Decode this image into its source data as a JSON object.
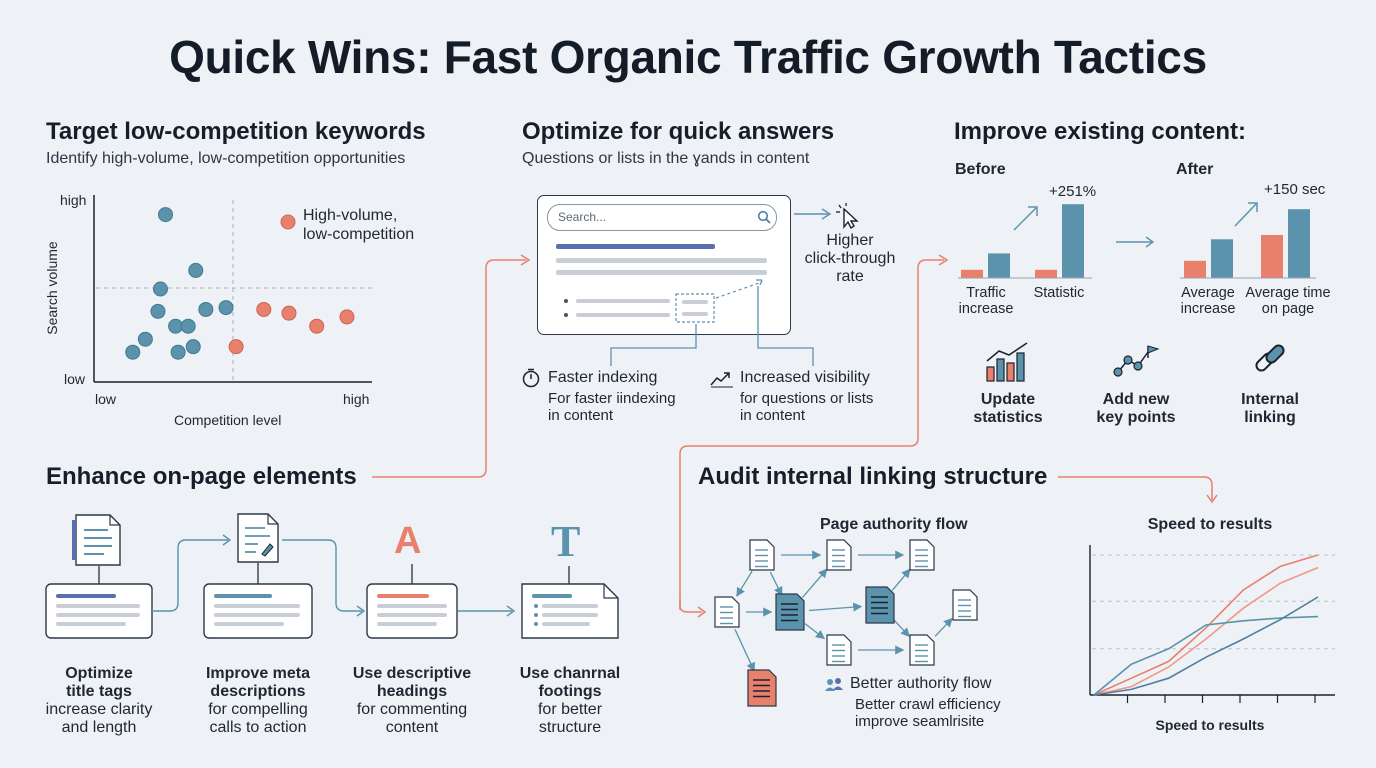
{
  "title": "Quick Wins: Fast Organic Traffic Growth Tactics",
  "colors": {
    "teal": "#5b93ac",
    "coral": "#e8806c",
    "navy": "#5a6fb0",
    "ink": "#1a2230",
    "grid": "#b8c2cc"
  },
  "keywords": {
    "heading": "Target low-competition keywords",
    "subtitle": "Identify high-volume, low-competition opportunities",
    "ylabel": "Search volume",
    "xlabel": "Competition level",
    "y_high": "high",
    "y_low": "low",
    "x_low": "low",
    "x_high": "high",
    "legend": [
      "High-volume,",
      "low-competition"
    ]
  },
  "chart_data": [
    {
      "type": "scatter",
      "title": "",
      "xlabel": "Competition level",
      "ylabel": "Search volume",
      "xlim": [
        0,
        10
      ],
      "ylim": [
        0,
        10
      ],
      "grid": false,
      "legend": "top-right",
      "series": [
        {
          "points": [
            [
              2.6,
              9.0
            ],
            [
              3.8,
              6.0
            ],
            [
              2.4,
              5.0
            ],
            [
              2.3,
              3.8
            ],
            [
              3.0,
              3.0
            ],
            [
              3.5,
              3.0
            ],
            [
              4.2,
              3.9
            ],
            [
              5.0,
              4.0
            ],
            [
              1.8,
              2.3
            ],
            [
              1.3,
              1.6
            ],
            [
              3.1,
              1.6
            ],
            [
              3.7,
              1.9
            ]
          ]
        },
        {
          "name": "High-volume, low-competition",
          "points": [
            [
              6.5,
              3.9
            ],
            [
              7.5,
              3.7
            ],
            [
              8.6,
              3.0
            ],
            [
              9.8,
              3.5
            ],
            [
              5.4,
              1.9
            ]
          ]
        }
      ]
    },
    {
      "type": "bar",
      "title": "",
      "categories": [
        "Traffic increase",
        "Statistic"
      ],
      "series": [
        {
          "name": "Before",
          "values": [
            1,
            1
          ]
        },
        {
          "name": "After",
          "values": [
            3,
            9
          ]
        }
      ],
      "annotations": [
        "+251%"
      ]
    },
    {
      "type": "bar",
      "title": "",
      "categories": [
        "Average increase",
        "Average time on page"
      ],
      "series": [
        {
          "name": "Before",
          "values": [
            2,
            5
          ]
        },
        {
          "name": "After",
          "values": [
            4.5,
            8
          ]
        }
      ],
      "annotations": [
        "+150 sec"
      ]
    },
    {
      "type": "line",
      "title": "Speed to results",
      "xlabel": "Speed to results",
      "x": [
        0,
        1,
        2,
        3,
        4,
        5,
        6
      ],
      "ylim": [
        0,
        10
      ],
      "grid": true,
      "series": [
        {
          "values": [
            0,
            1.2,
            2.4,
            4.8,
            7.5,
            9.2,
            10
          ]
        },
        {
          "values": [
            0,
            0.6,
            2.0,
            4.0,
            6.2,
            8.0,
            9.1
          ]
        },
        {
          "values": [
            0,
            2.2,
            3.3,
            5.0,
            5.3,
            5.5,
            5.6
          ]
        },
        {
          "values": [
            0,
            0.4,
            1.2,
            2.7,
            4.0,
            5.4,
            7.0
          ]
        }
      ]
    }
  ],
  "answers": {
    "heading": "Optimize for quick answers",
    "subtitle": "Questions or lists in the ɣands in content",
    "search_placeholder": "Search...",
    "ctr": [
      "Higher",
      "click-through",
      "rate"
    ],
    "faster_title": "Faster indexing",
    "faster_desc": [
      "For faster iindexing",
      "in content"
    ],
    "visibility_title": "Increased visibility",
    "visibility_desc": [
      "for questions or lists",
      "in content"
    ]
  },
  "improve": {
    "heading": "Improve existing content:",
    "before": "Before",
    "after": "After",
    "pct": "+251%",
    "sec": "+150 sec",
    "labels": [
      [
        "Traffic",
        "increase"
      ],
      [
        "Statistic"
      ],
      [
        "Average",
        "increase"
      ],
      [
        "Average time",
        "on page"
      ]
    ],
    "actions": [
      [
        "Update",
        "statistics"
      ],
      [
        "Add new",
        "key points"
      ],
      [
        "Internal",
        "linking"
      ]
    ]
  },
  "onpage": {
    "heading": "Enhance on-page elements",
    "letter_a": "A",
    "letter_t": "T",
    "items": [
      {
        "title": [
          "Optimize",
          "title tags"
        ],
        "desc": [
          "increase clarity",
          "and length"
        ]
      },
      {
        "title": [
          "Improve meta",
          "descriptions"
        ],
        "desc": [
          "for compelling",
          "calls to action"
        ]
      },
      {
        "title": [
          "Use descriptive",
          "headings"
        ],
        "desc": [
          "for commenting",
          "content"
        ]
      },
      {
        "title": [
          "Use chanrnal",
          "footings"
        ],
        "desc": [
          "for better",
          "structure"
        ]
      }
    ]
  },
  "audit": {
    "heading": "Audit internal linking structure",
    "flow_title": "Page authority flow",
    "better_title": "Better authority flow",
    "better_desc": [
      "Better crawl efficiency",
      "improve seamlrisite"
    ],
    "speed_title": "Speed to results",
    "speed_xlabel": "Speed to results"
  }
}
